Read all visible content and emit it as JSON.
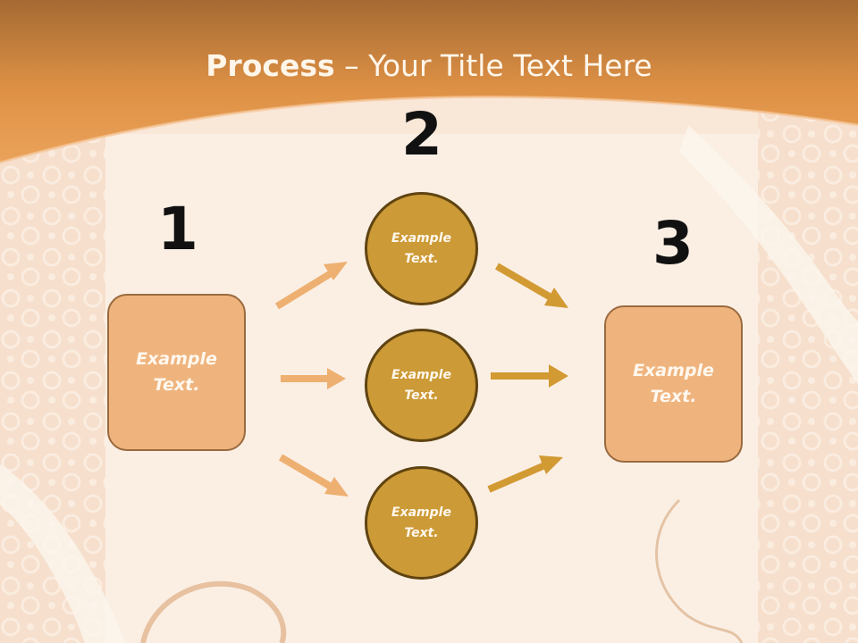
{
  "slide": {
    "title_bold": "Process",
    "title_rest": " – Your Title Text Here"
  },
  "steps": {
    "one": "1",
    "two": "2",
    "three": "3"
  },
  "boxes": {
    "left": "Example\nText.",
    "right": "Example\nText."
  },
  "circles": [
    {
      "label": "Example\nText."
    },
    {
      "label": "Example\nText."
    },
    {
      "label": "Example\nText."
    }
  ],
  "colors": {
    "header_orange": "#e2954a",
    "box_fill": "#efb47e",
    "circle_fill": "#cc9a36",
    "arrow_light": "#eeb071",
    "arrow_gold": "#d29a33"
  }
}
